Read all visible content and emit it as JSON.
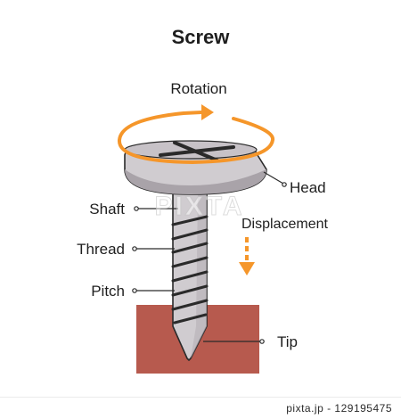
{
  "title": "Screw",
  "labels": {
    "rotation": "Rotation",
    "head": "Head",
    "shaft": "Shaft",
    "thread": "Thread",
    "pitch": "Pitch",
    "displacement": "Displacement",
    "tip": "Tip"
  },
  "watermark": "PIXTA",
  "footer": {
    "image_number": "pixta.jp - 129195475"
  },
  "colors": {
    "arrow": "#f5962a",
    "screw": "#d0ccd0",
    "screw_shadow": "#a9a3a9",
    "outline": "#2a2a2a",
    "wood": "#b75a4e"
  }
}
